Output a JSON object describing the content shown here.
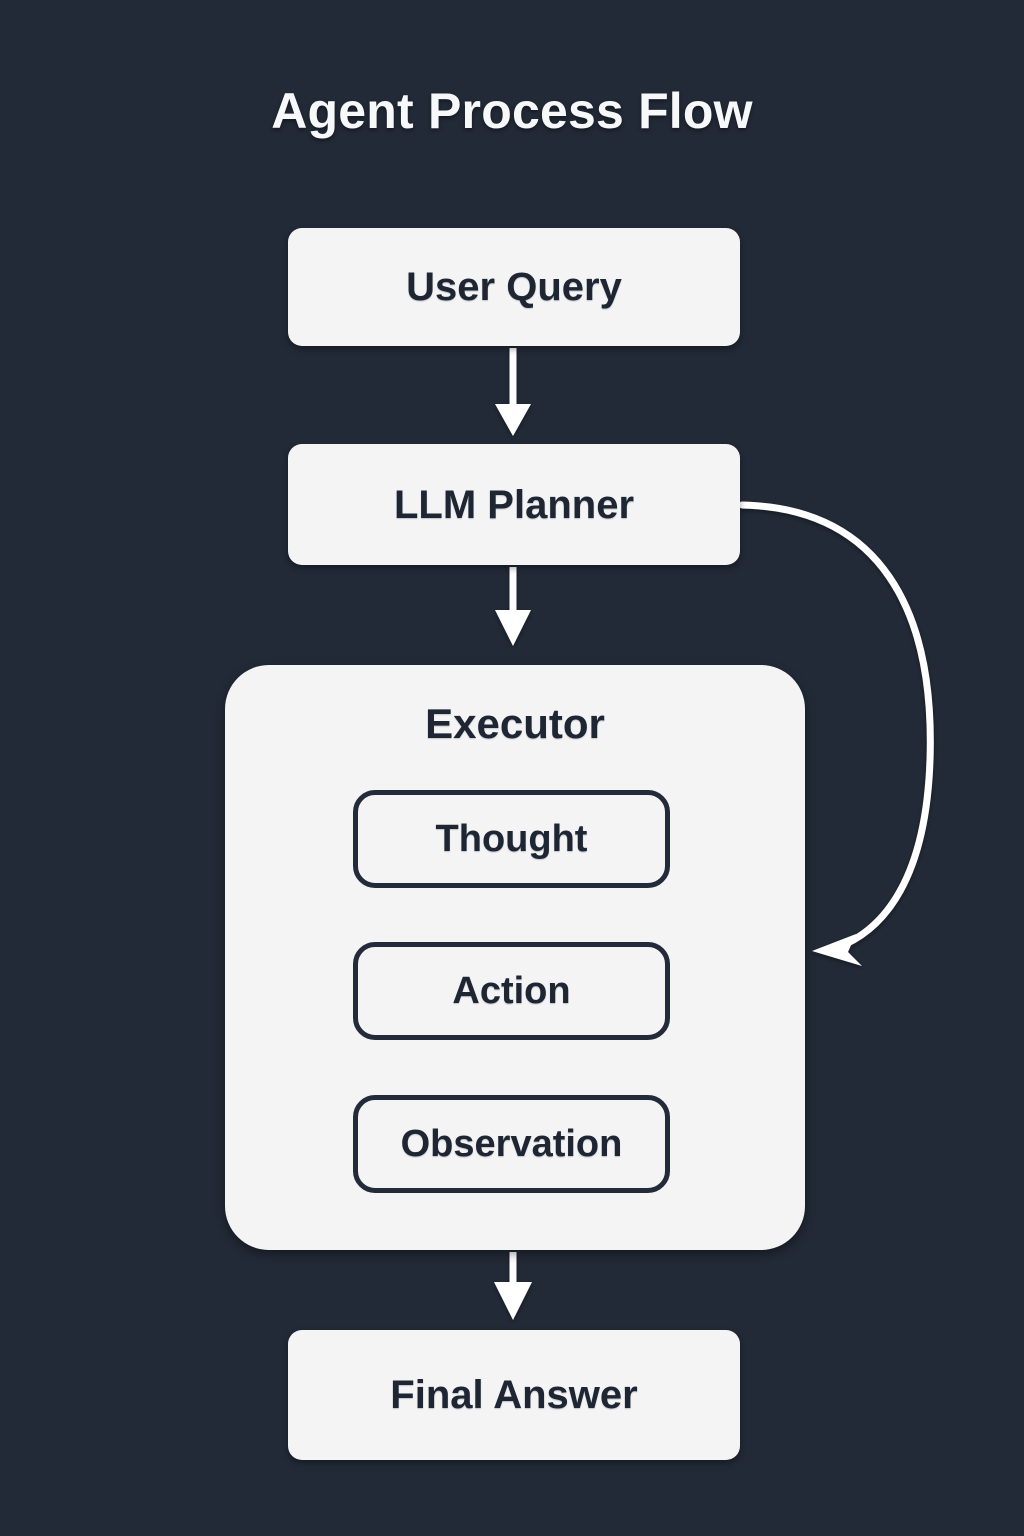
{
  "title": "Agent Process Flow",
  "colors": {
    "background": "#222a37",
    "node_fill": "#f4f4f5",
    "node_text": "#1e2633",
    "outer_arrow": "#ffffff",
    "inner_arrow": "#232b3a"
  },
  "nodes": {
    "user_query": "User Query",
    "llm_planner": "LLM Planner",
    "executor": "Executor",
    "thought": "Thought",
    "action": "Action",
    "observation": "Observation",
    "final_answer": "Final Answer"
  },
  "chart_data": {
    "type": "diagram",
    "title": "Agent Process Flow",
    "nodes": [
      {
        "id": "user_query",
        "label": "User Query",
        "kind": "box"
      },
      {
        "id": "llm_planner",
        "label": "LLM Planner",
        "kind": "box"
      },
      {
        "id": "executor",
        "label": "Executor",
        "kind": "container"
      },
      {
        "id": "thought",
        "label": "Thought",
        "kind": "outlined-box",
        "parent": "executor"
      },
      {
        "id": "action",
        "label": "Action",
        "kind": "outlined-box",
        "parent": "executor"
      },
      {
        "id": "observation",
        "label": "Observation",
        "kind": "outlined-box",
        "parent": "executor"
      },
      {
        "id": "final_answer",
        "label": "Final Answer",
        "kind": "box"
      }
    ],
    "edges": [
      {
        "from": "user_query",
        "to": "llm_planner",
        "style": "straight-down",
        "color": "#ffffff"
      },
      {
        "from": "llm_planner",
        "to": "executor",
        "style": "straight-down",
        "color": "#ffffff"
      },
      {
        "from": "llm_planner",
        "to": "executor",
        "style": "curve-right-loop",
        "color": "#ffffff"
      },
      {
        "from": "thought",
        "to": "action",
        "style": "curve-right-inner",
        "color": "#232b3a"
      },
      {
        "from": "observation",
        "to": "thought",
        "style": "curve-left-inner",
        "color": "#232b3a"
      },
      {
        "from": "executor",
        "to": "final_answer",
        "style": "straight-down",
        "color": "#ffffff"
      }
    ]
  }
}
